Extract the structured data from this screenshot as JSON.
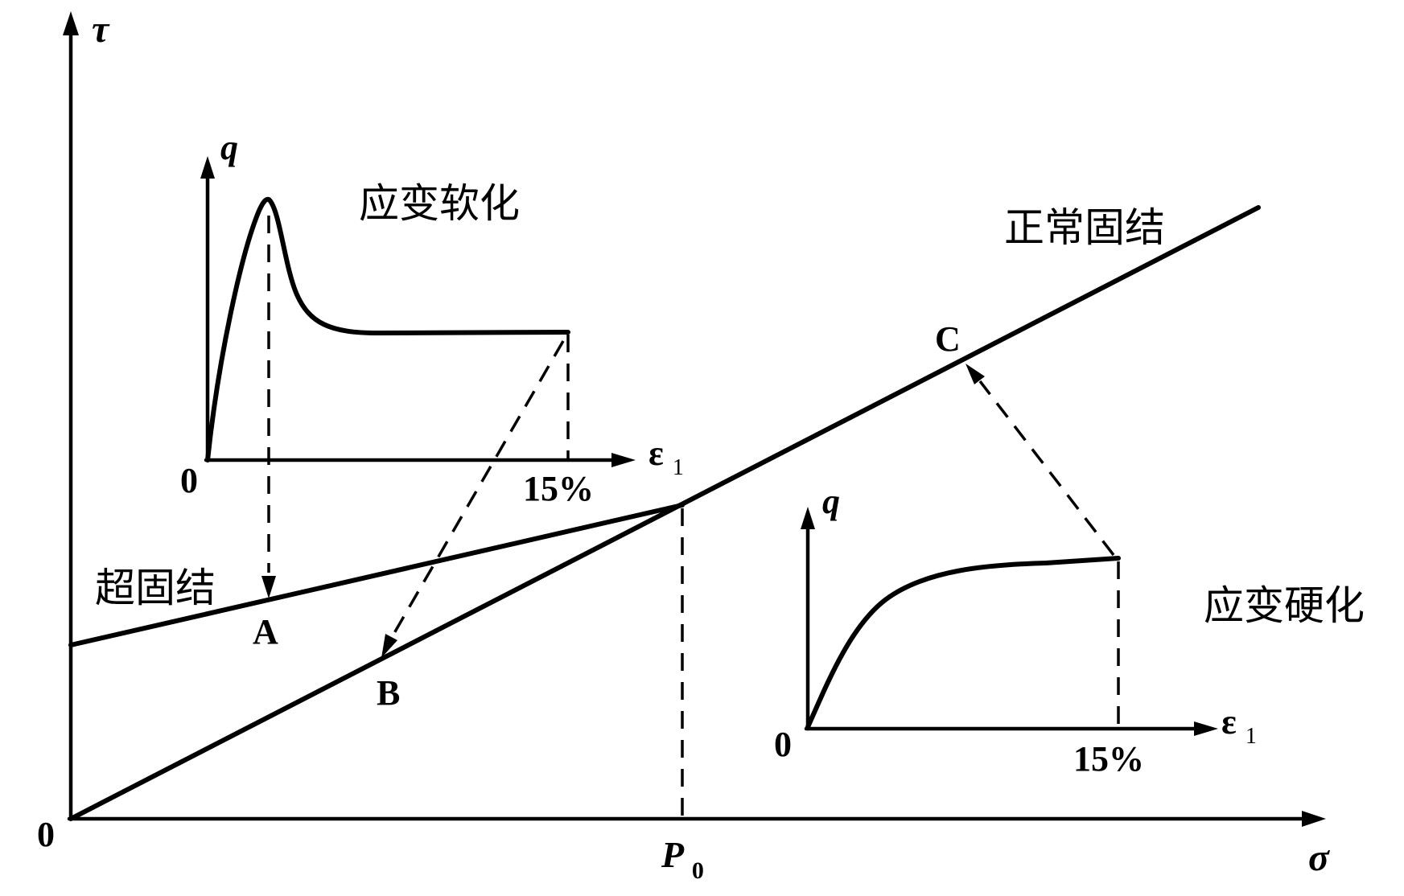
{
  "main_axes": {
    "y_label": "τ",
    "x_label": "σ",
    "origin": "0",
    "p0_main": "P",
    "p0_sub": "0"
  },
  "regions": {
    "normal_consolidation": "正常固结",
    "over_consolidation": "超固结"
  },
  "points": {
    "a": "A",
    "b": "B",
    "c": "C"
  },
  "inset_softening": {
    "title": "应变软化",
    "y_label": "q",
    "x_label_main": "ε",
    "x_label_sub": "1",
    "origin": "0",
    "tick": "15%"
  },
  "inset_hardening": {
    "title": "应变硬化",
    "y_label": "q",
    "x_label_main": "ε",
    "x_label_sub": "1",
    "origin": "0",
    "tick": "15%"
  },
  "colors": {
    "ink": "#000000",
    "background": "#ffffff"
  }
}
